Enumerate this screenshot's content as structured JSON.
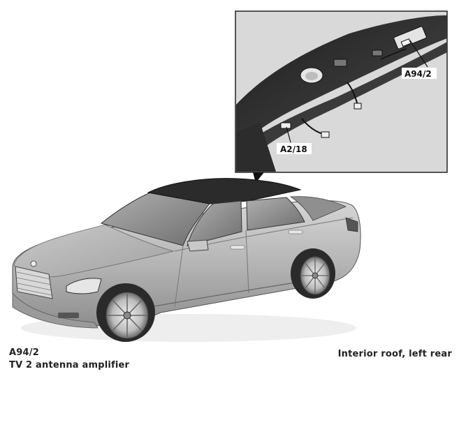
{
  "detail_callouts": {
    "amplifier_label": "A94/2",
    "other_label": "A2/18"
  },
  "caption": {
    "component_id": "A94/2",
    "component_name": "TV 2 antenna amplifier",
    "location": "Interior roof, left rear"
  },
  "colors": {
    "car_body": "#b9b9b9",
    "car_roof": "#2b2b2b",
    "detail_panel": "#d9d9d9",
    "headliner": "#2e2e2e",
    "text": "#222222"
  }
}
